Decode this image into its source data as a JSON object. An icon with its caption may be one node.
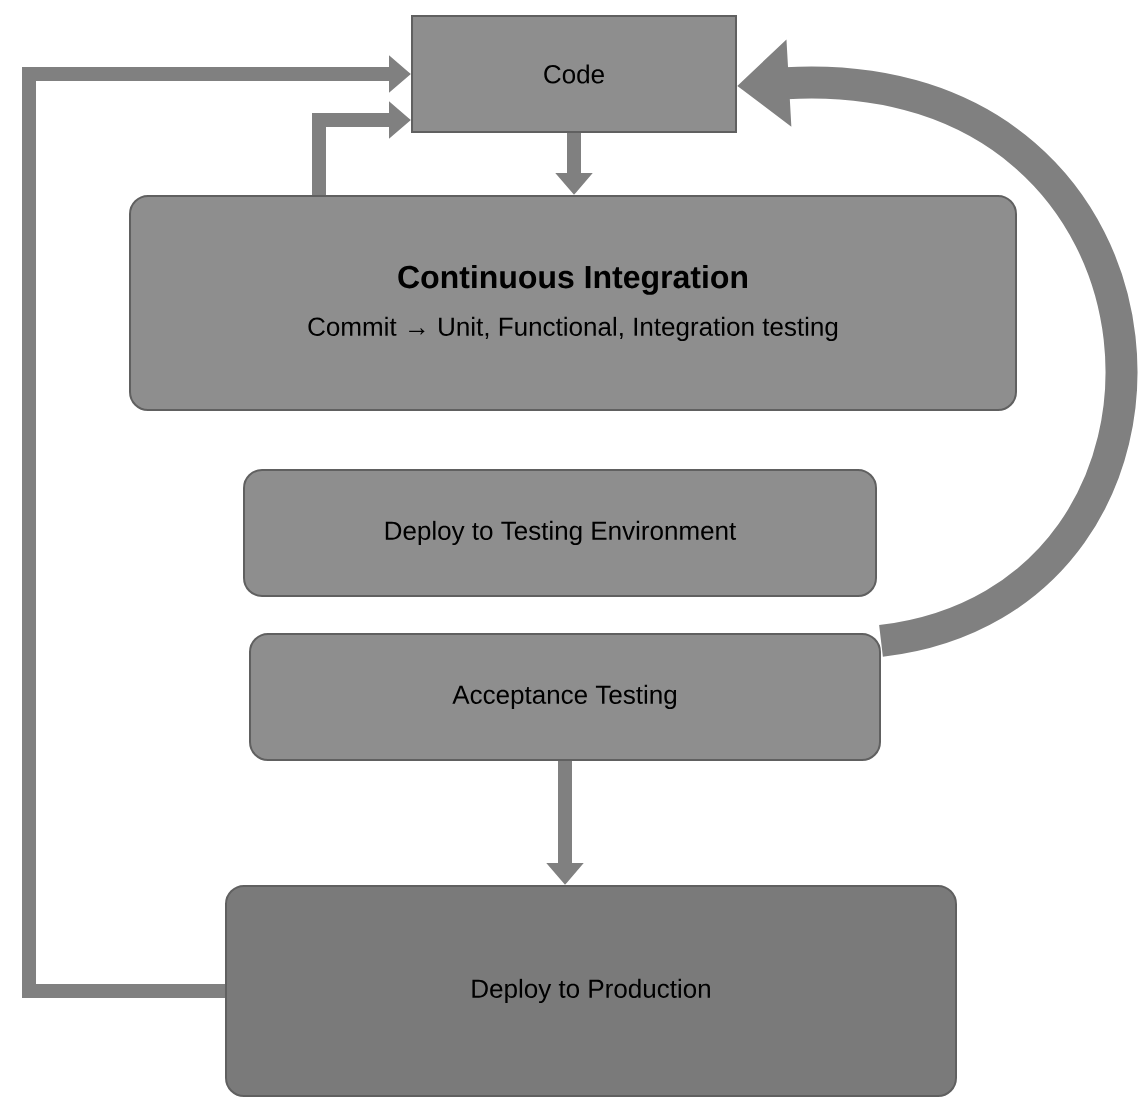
{
  "diagram": {
    "nodes": [
      {
        "text": [
          "Code"
        ]
      },
      {
        "text": [
          "Continuous Integration",
          "Commit → Unit, Functional, Integration testing"
        ]
      },
      {
        "text": [
          "Deploy to Testing Environment"
        ]
      },
      {
        "text": [
          "Acceptance Testing"
        ]
      },
      {
        "text": [
          "Deploy to Production"
        ]
      }
    ],
    "edges": [
      {
        "from": 0,
        "to": 1,
        "arrow": "to"
      },
      {
        "from": 1,
        "to": 0,
        "arrow": "to"
      },
      {
        "from": 3,
        "to": 4,
        "arrow": "to"
      },
      {
        "from": 4,
        "to": 0,
        "arrow": "to"
      },
      {
        "from": 3,
        "to": 0,
        "arrow": "to",
        "style": "thick"
      }
    ]
  }
}
